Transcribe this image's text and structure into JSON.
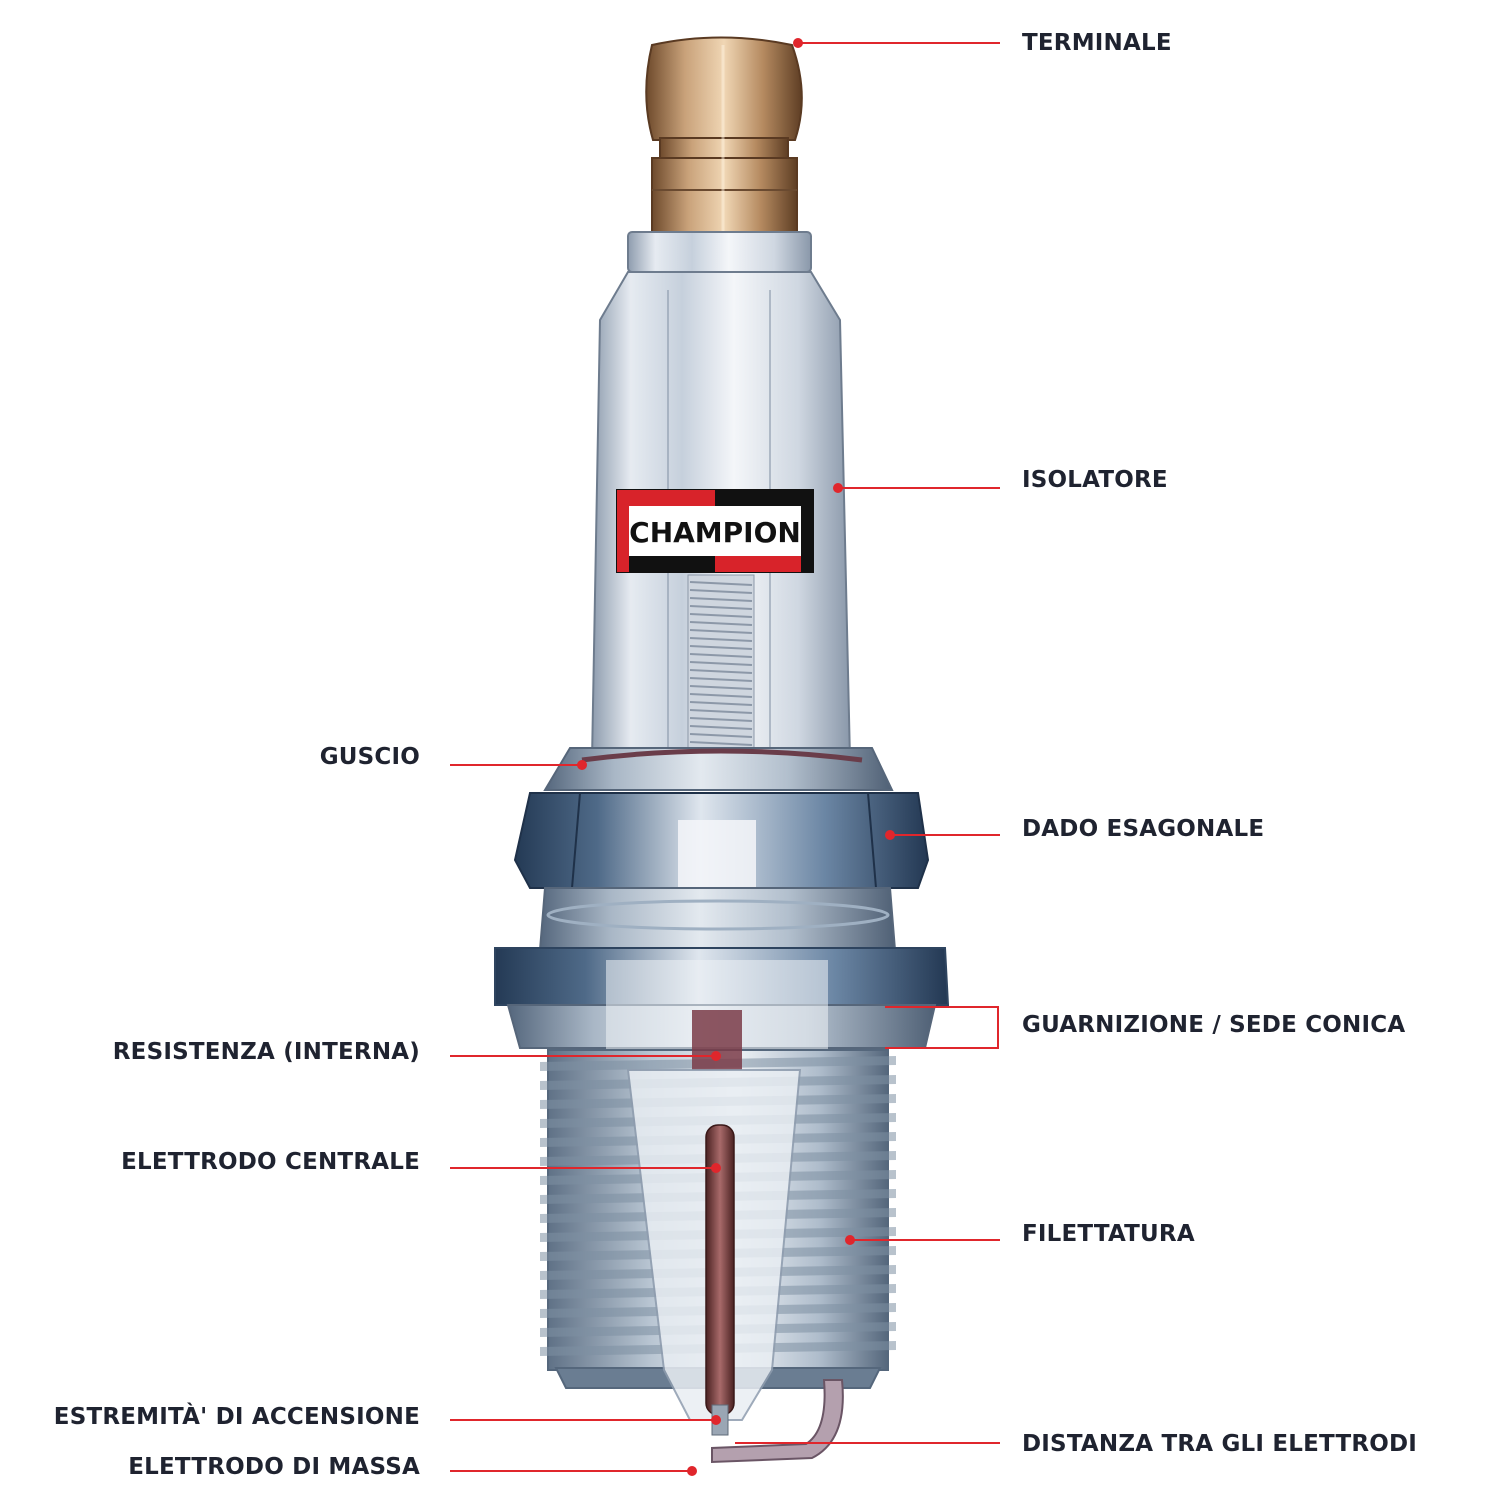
{
  "labels": {
    "terminale": "TERMINALE",
    "isolatore": "ISOLATORE",
    "guscio": "GUSCIO",
    "dado_esagonale": "DADO ESAGONALE",
    "guarnizione": "GUARNIZIONE / SEDE CONICA",
    "resistenza": "RESISTENZA (INTERNA)",
    "elettrodo_centrale": "ELETTRODO CENTRALE",
    "filettatura": "FILETTATURA",
    "estremita": "ESTREMITÀ' DI ACCENSIONE",
    "distanza": "DISTANZA TRA GLI ELETTRODI",
    "elettrodo_massa": "ELETTRODO DI MASSA"
  },
  "logo": {
    "text": "CHAMPION"
  },
  "colors": {
    "leader": "#e0262c",
    "label_text": "#1f2330",
    "logo_red": "#d8232a",
    "logo_black": "#111111",
    "copper": "#b88a5c",
    "insulator": "#dde3ea",
    "shell_steel": "#7f93a8",
    "hex_nut": "#3d5470",
    "center_electrode": "#6a3434"
  }
}
